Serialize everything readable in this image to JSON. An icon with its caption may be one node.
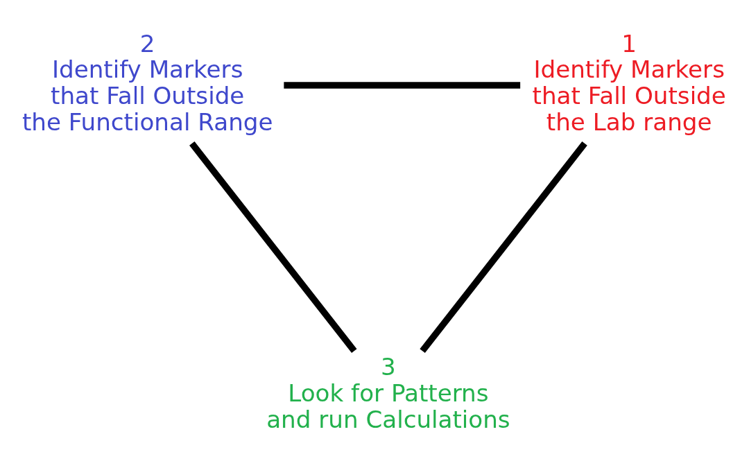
{
  "diagram": {
    "nodes": [
      {
        "text": [
          "2",
          "Identify Markers that Fall Outside the Functional Range"
        ]
      },
      {
        "text": [
          "1",
          "Identify Markers that Fall Outside the Lab range"
        ]
      },
      {
        "text": [
          "3",
          "Look for Patterns and run Calculations"
        ]
      }
    ],
    "edges": [
      {
        "from": 0,
        "to": 1,
        "arrow": "none"
      },
      {
        "from": 0,
        "to": 2,
        "arrow": "none"
      },
      {
        "from": 1,
        "to": 2,
        "arrow": "none"
      }
    ]
  }
}
